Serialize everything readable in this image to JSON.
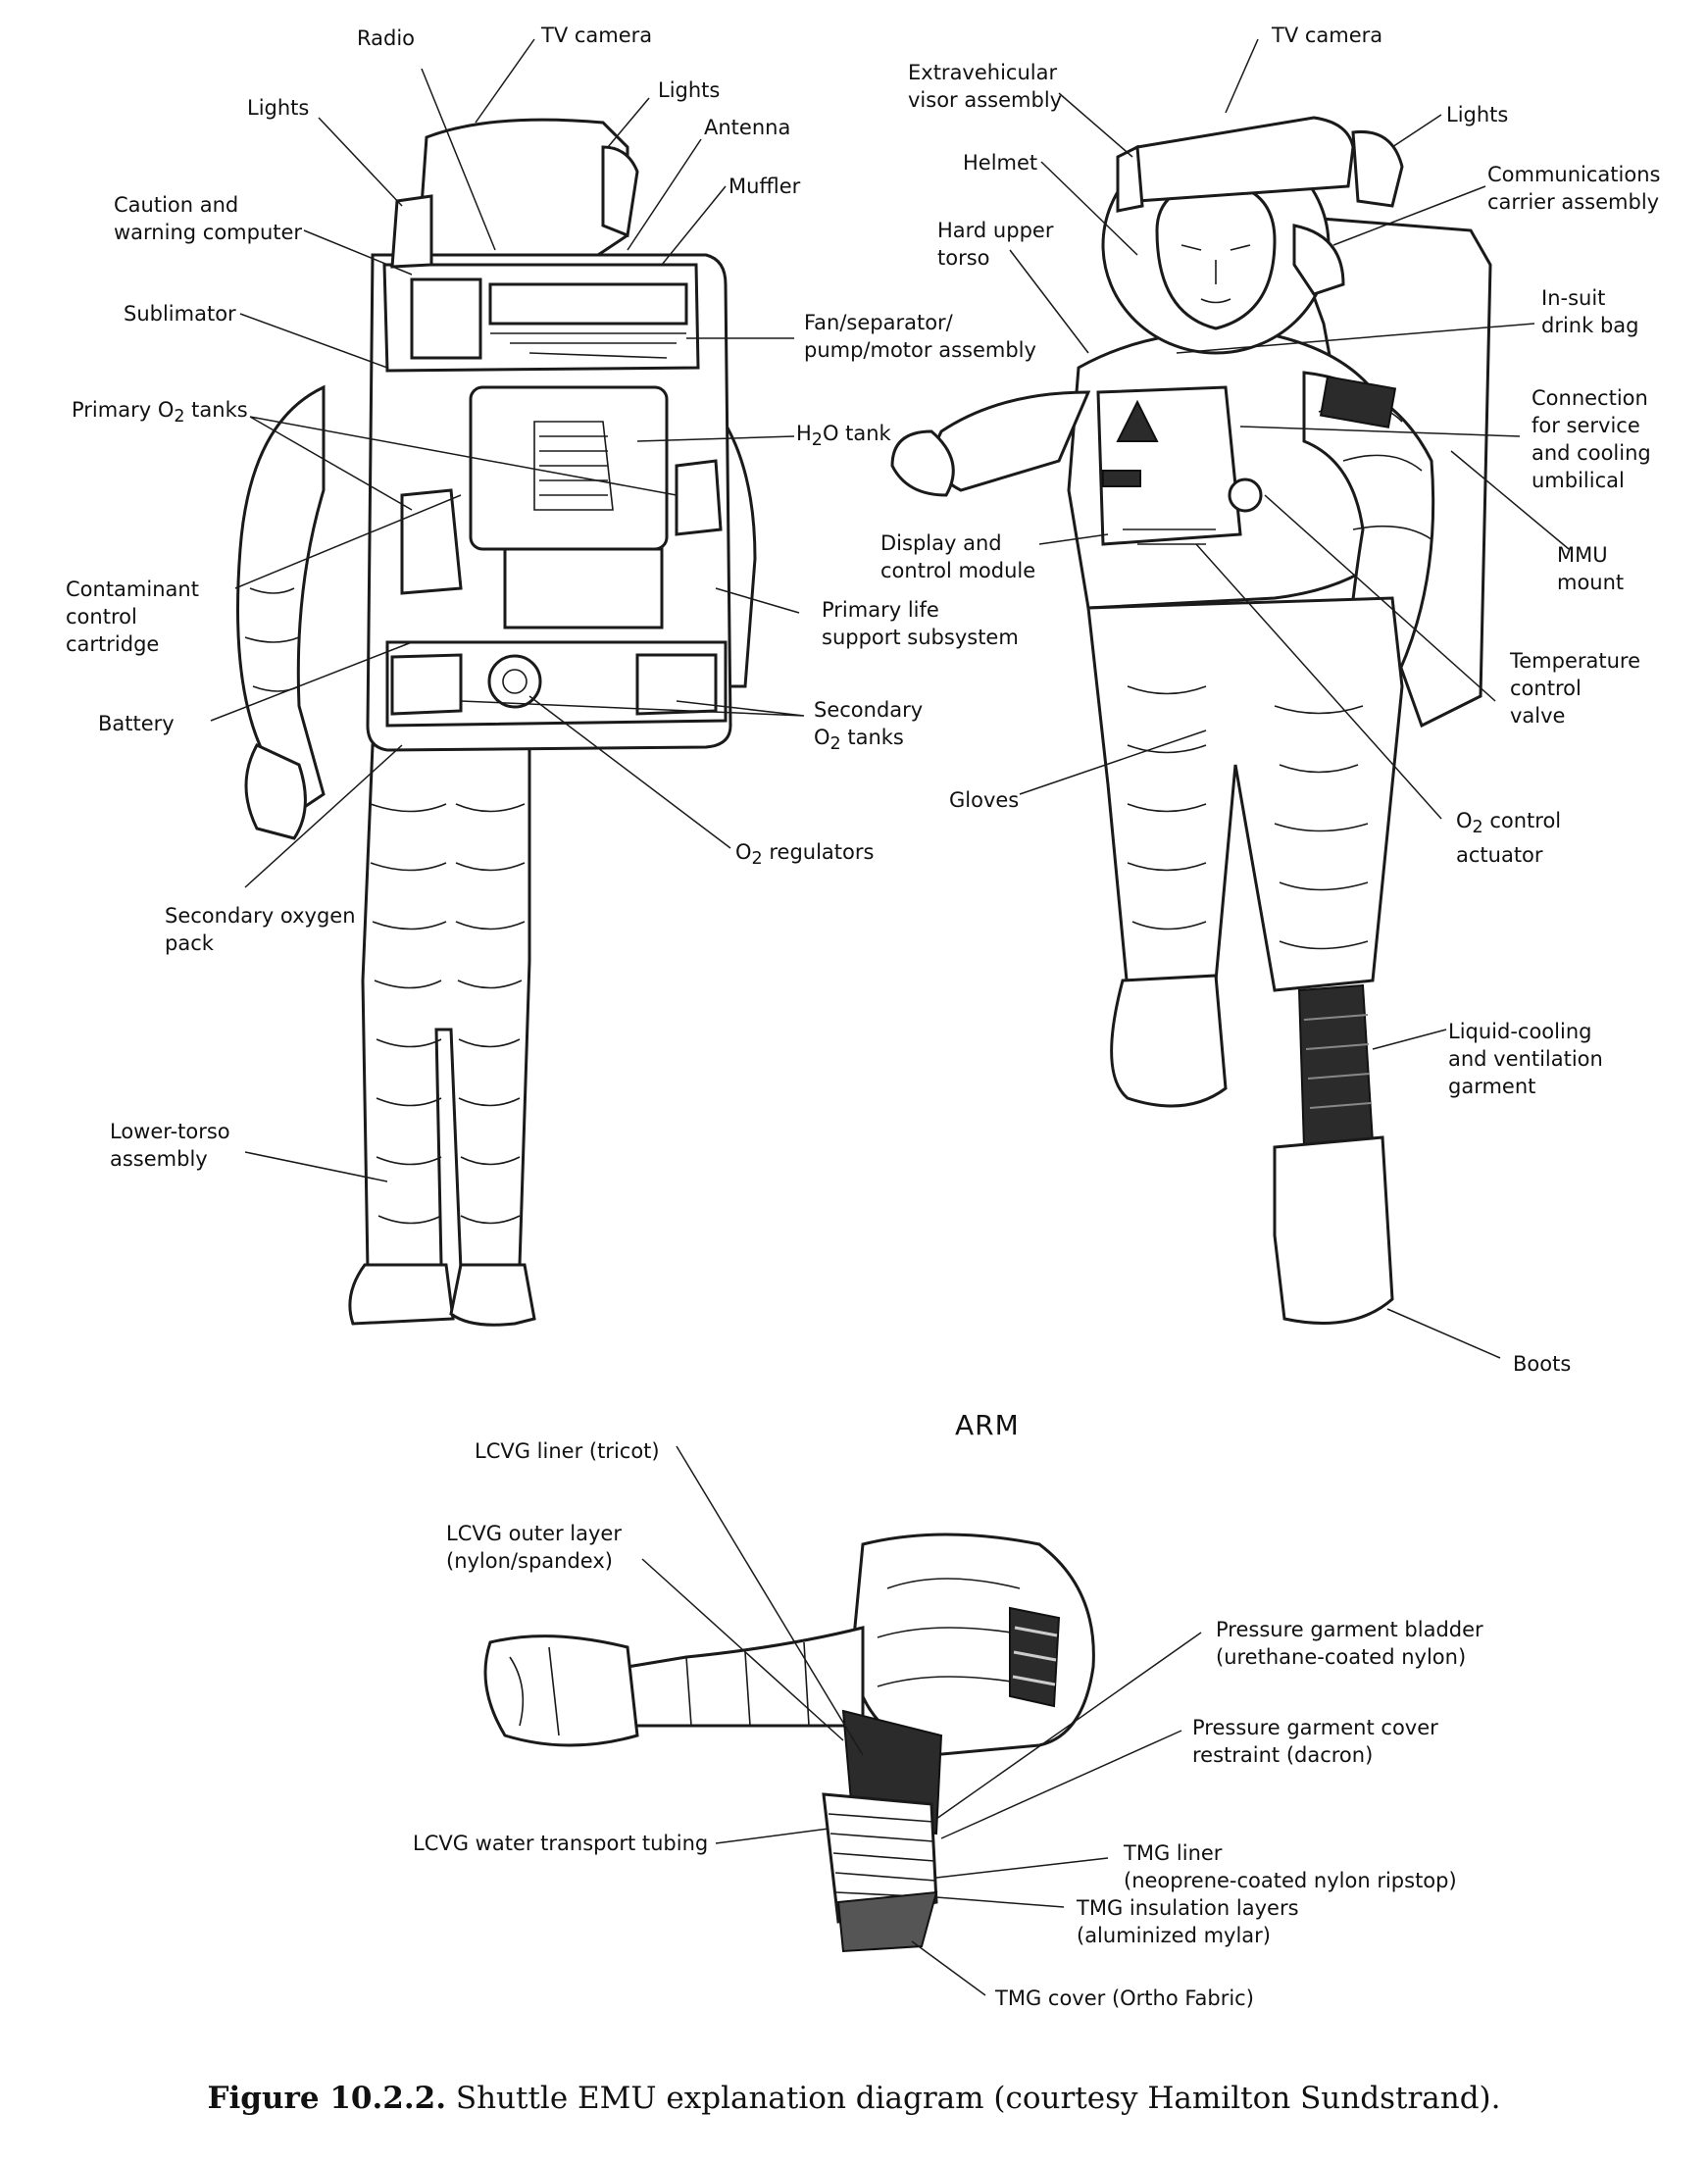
{
  "labels": {
    "left": {
      "radio": "Radio",
      "tv_camera": "TV camera",
      "lights_left": "Lights",
      "lights_right": "Lights",
      "antenna": "Antenna",
      "muffler": "Muffler",
      "caution_1": "Caution and",
      "caution_2": "warning computer",
      "sublimator": "Sublimator",
      "fan_1": "Fan/separator/",
      "fan_2": "pump/motor assembly",
      "primary_o2_pre": "Primary O",
      "primary_o2_sub": "2",
      "primary_o2_post": " tanks",
      "h2o_pre": "H",
      "h2o_sub": "2",
      "h2o_post": "O tank",
      "contaminant_1": "Contaminant",
      "contaminant_2": "control",
      "contaminant_3": "cartridge",
      "pls_1": "Primary life",
      "pls_2": "support subsystem",
      "battery": "Battery",
      "secondary_tanks_1": "Secondary",
      "secondary_tanks_2_pre": "O",
      "secondary_tanks_2_sub": "2",
      "secondary_tanks_2_post": " tanks",
      "o2_reg_pre": "O",
      "o2_reg_sub": "2",
      "o2_reg_post": " regulators",
      "sec_pack_1": "Secondary oxygen",
      "sec_pack_2": "pack",
      "lta_1": "Lower-torso",
      "lta_2": "assembly"
    },
    "right": {
      "tv_camera": "TV camera",
      "ev_visor_1": "Extravehicular",
      "ev_visor_2": "visor assembly",
      "lights": "Lights",
      "helmet": "Helmet",
      "comm_1": "Communications",
      "comm_2": "carrier assembly",
      "hut_1": "Hard upper",
      "hut_2": "torso",
      "drink_1": "In-suit",
      "drink_2": "drink bag",
      "conn_1": "Connection",
      "conn_2": "for service",
      "conn_3": "and cooling",
      "conn_4": "umbilical",
      "dcm_1": "Display and",
      "dcm_2": "control module",
      "mmu_1": "MMU",
      "mmu_2": "mount",
      "temp_1": "Temperature",
      "temp_2": "control",
      "temp_3": "valve",
      "gloves": "Gloves",
      "o2_act_1_pre": "O",
      "o2_act_1_sub": "2",
      "o2_act_1_post": " control",
      "o2_act_2": "actuator",
      "lcvg_1": "Liquid-cooling",
      "lcvg_2": "and ventilation",
      "lcvg_3": "garment",
      "boots": "Boots"
    },
    "arm": {
      "heading": "ARM",
      "liner": "LCVG liner (tricot)",
      "outer_1": "LCVG outer layer",
      "outer_2": "(nylon/spandex)",
      "bladder_1": "Pressure garment bladder",
      "bladder_2": "(urethane-coated nylon)",
      "cover_1": "Pressure garment cover",
      "cover_2": "restraint (dacron)",
      "tubing": "LCVG water transport tubing",
      "tmg_liner_1": "TMG liner",
      "tmg_liner_2": "(neoprene-coated nylon ripstop)",
      "tmg_ins_1": "TMG insulation layers",
      "tmg_ins_2": "(aluminized mylar)",
      "tmg_cover": "TMG cover (Ortho Fabric)"
    }
  },
  "caption": {
    "number": "Figure 10.2.2.",
    "text": " Shuttle EMU explanation diagram (courtesy Hamilton Sundstrand)."
  }
}
